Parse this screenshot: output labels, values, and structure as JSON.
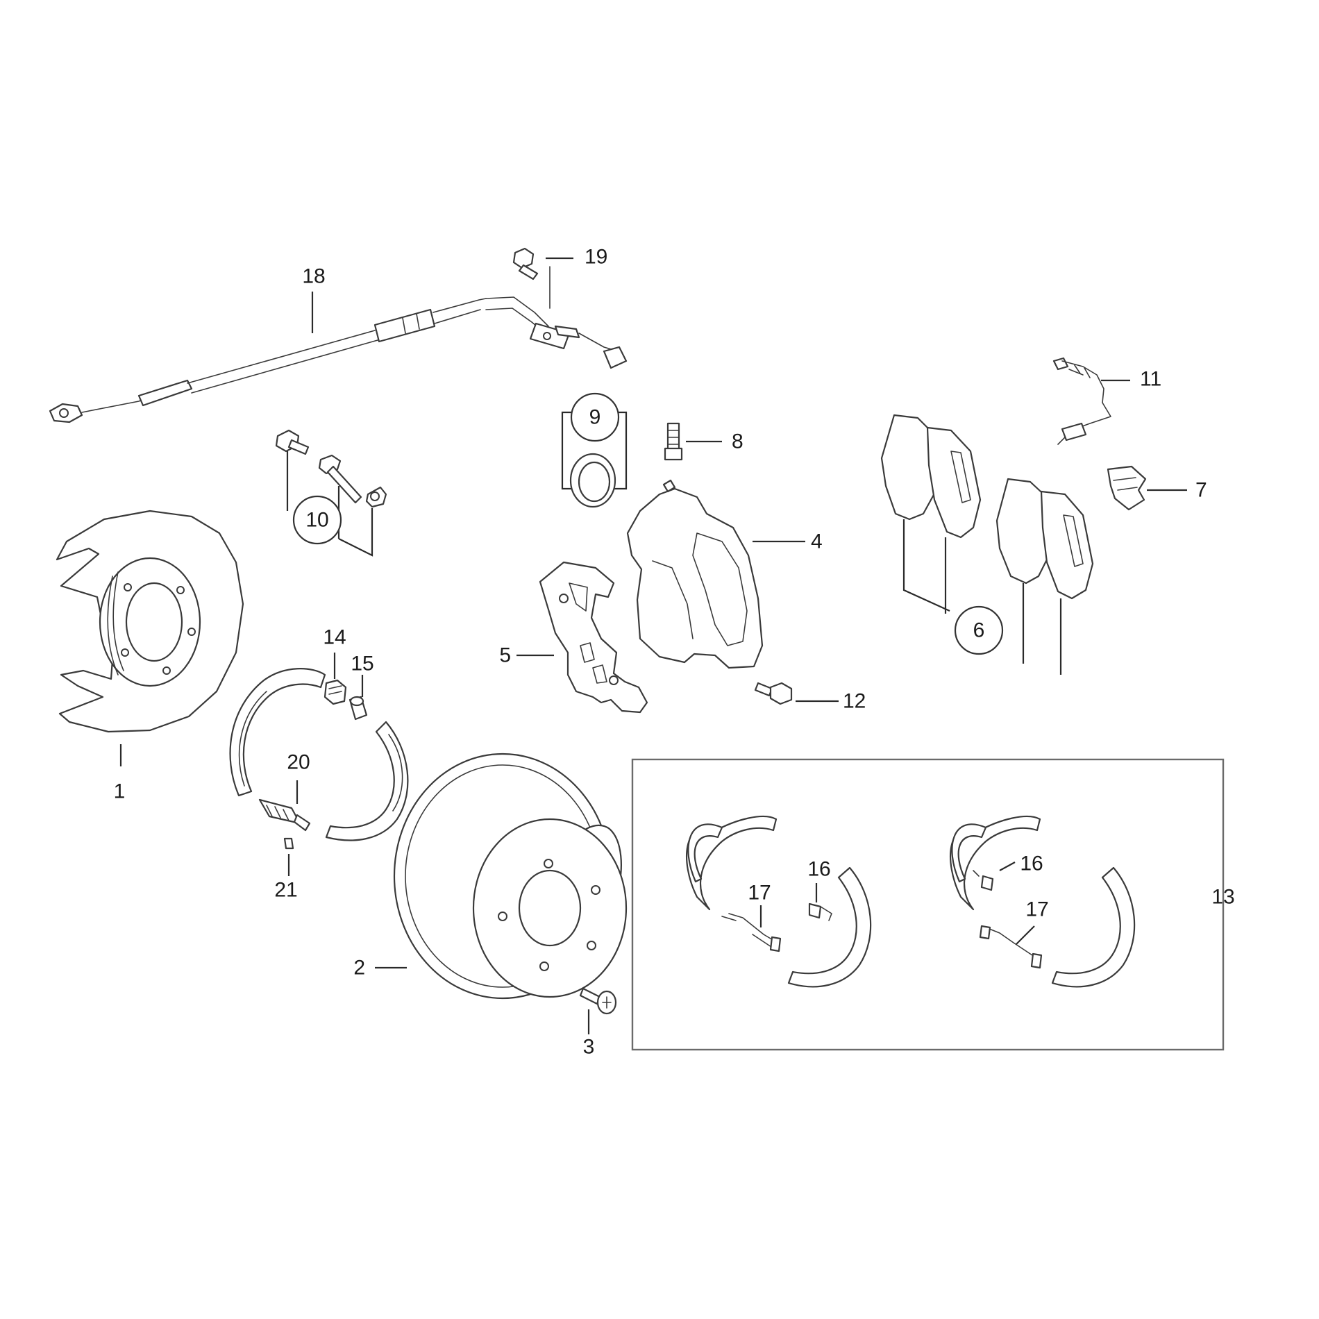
{
  "callouts": {
    "c1": "1",
    "c2": "2",
    "c3": "3",
    "c4": "4",
    "c5": "5",
    "c6": "6",
    "c7": "7",
    "c8": "8",
    "c9": "9",
    "c10": "10",
    "c11": "11",
    "c12": "12",
    "c13": "13",
    "c14": "14",
    "c15": "15",
    "c16a": "16",
    "c16b": "16",
    "c17a": "17",
    "c17b": "17",
    "c18": "18",
    "c19": "19",
    "c20": "20",
    "c21": "21"
  }
}
